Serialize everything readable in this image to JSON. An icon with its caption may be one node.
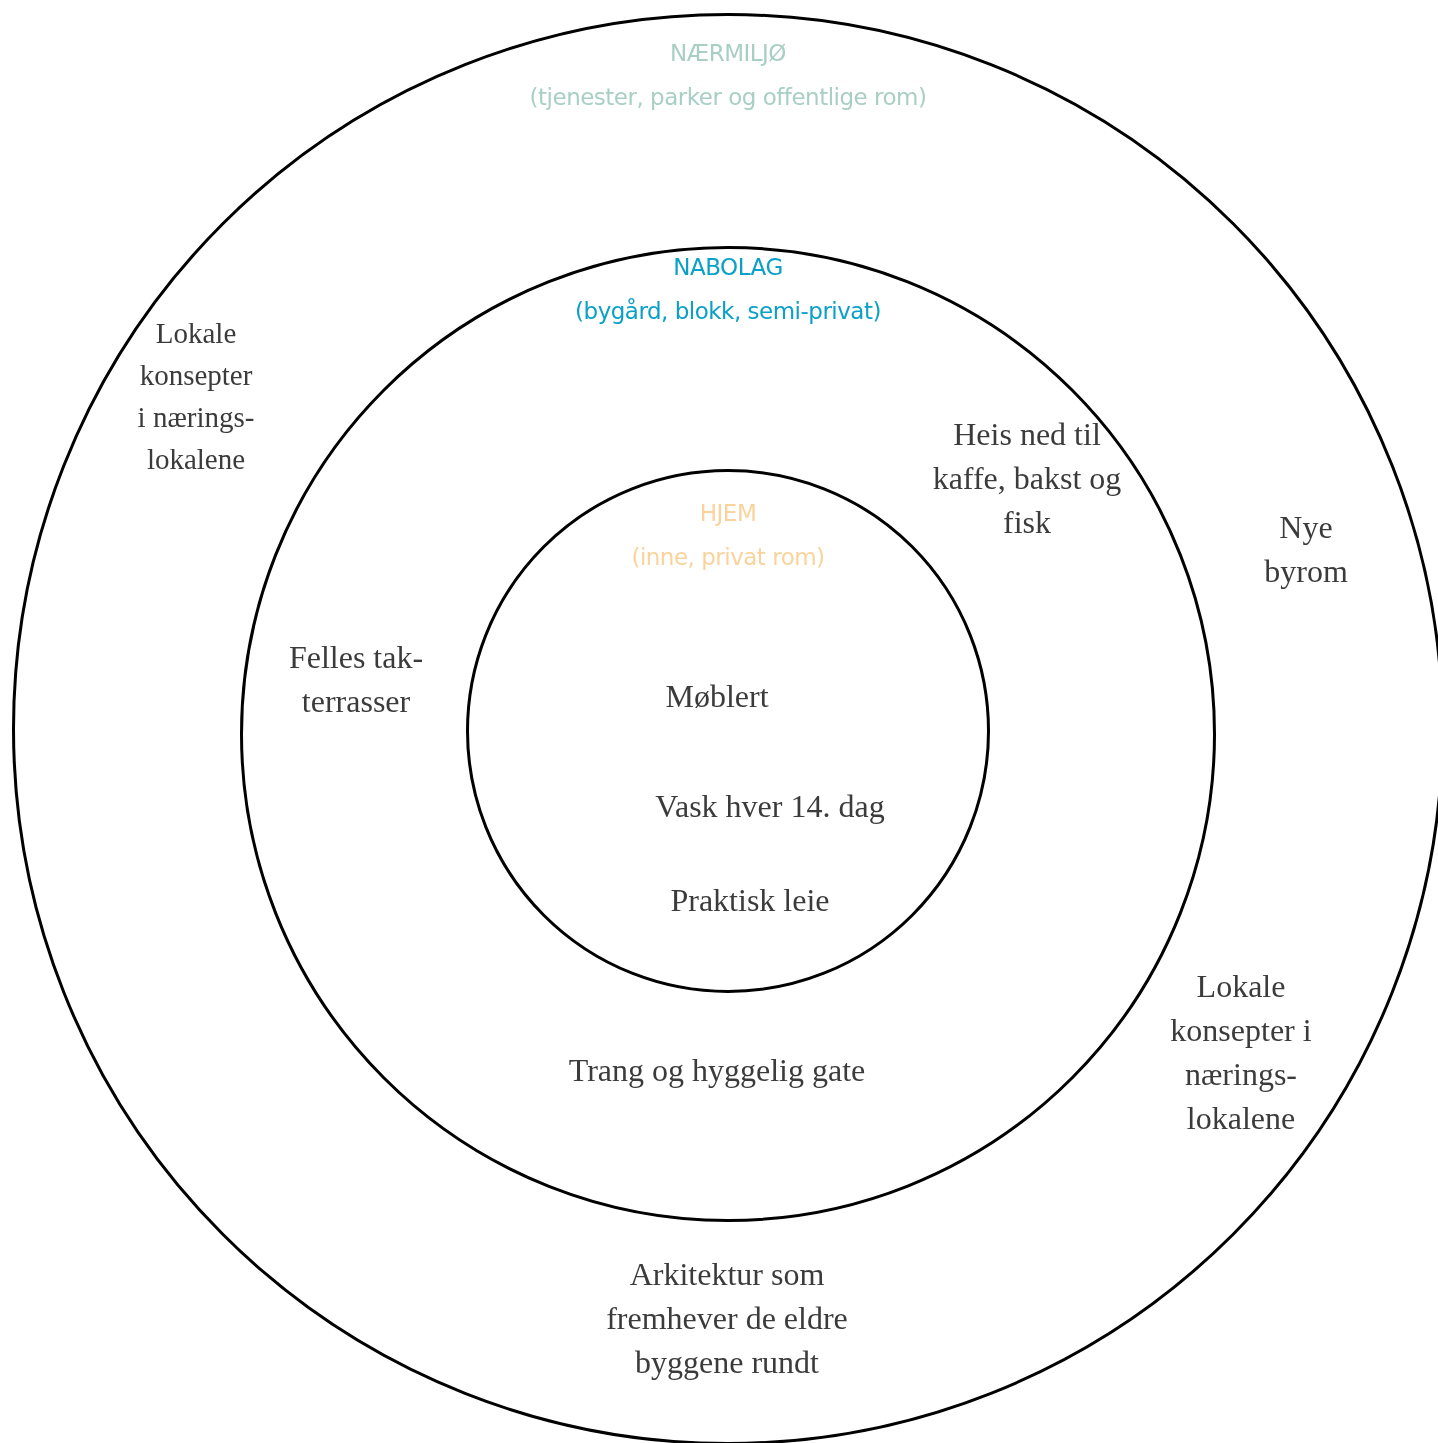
{
  "diagram": {
    "nodes": [
      {
        "text": [
          "NÆRMILJØ",
          "(tjenester, parker og offentlige rom)",
          "Lokale konsepter i nærings-lokalene",
          "Nye byrom",
          "Lokale konsepter i nærings-lokalene",
          "Arkitektur som fremhever de eldre byggene rundt"
        ]
      },
      {
        "text": [
          "NABOLAG",
          "(bygård, blokk, semi-privat)",
          "Heis ned til kaffe, bakst og fisk",
          "Felles tak-terrasser",
          "Trang og hyggelig gate"
        ],
        "in": 0
      },
      {
        "text": [
          "HJEM",
          "(inne, privat rom)",
          "Møblert",
          "Vask hver 14. dag",
          "Praktisk leie"
        ],
        "in": 1
      }
    ]
  }
}
